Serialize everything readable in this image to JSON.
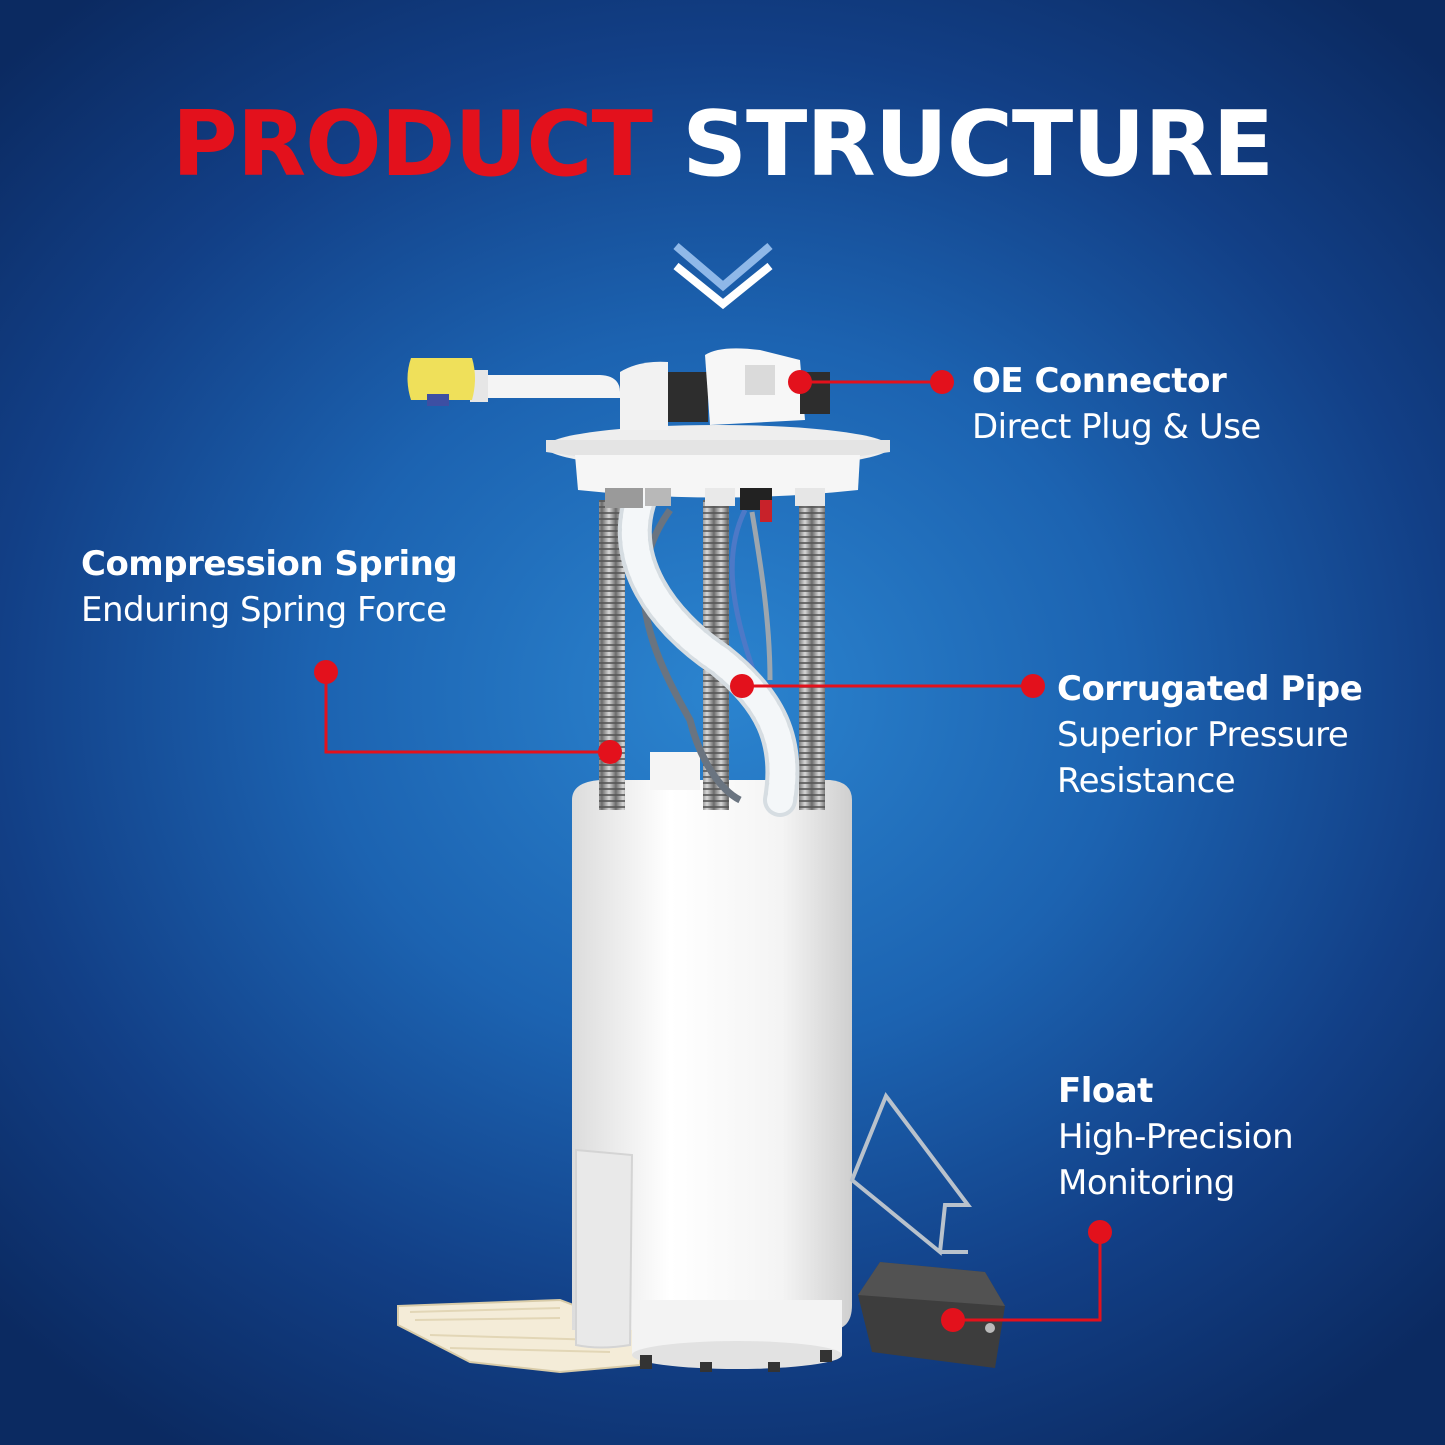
{
  "title": {
    "part1": "PRODUCT",
    "part2": "STRUCTURE"
  },
  "colors": {
    "accent_red": "#e3111c",
    "text_white": "#ffffff",
    "bg_blue": "#1c63b1"
  },
  "icons": {
    "scroll_hint": "double-chevron-down-icon"
  },
  "callouts": {
    "oe_connector": {
      "heading": "OE Connector",
      "desc": [
        "Direct Plug & Use"
      ]
    },
    "compression_spring": {
      "heading": "Compression Spring",
      "desc": [
        "Enduring Spring Force"
      ]
    },
    "corrugated_pipe": {
      "heading": "Corrugated Pipe",
      "desc": [
        "Superior Pressure",
        "Resistance"
      ]
    },
    "float": {
      "heading": "Float",
      "desc": [
        "High-Precision",
        "Monitoring"
      ]
    }
  }
}
